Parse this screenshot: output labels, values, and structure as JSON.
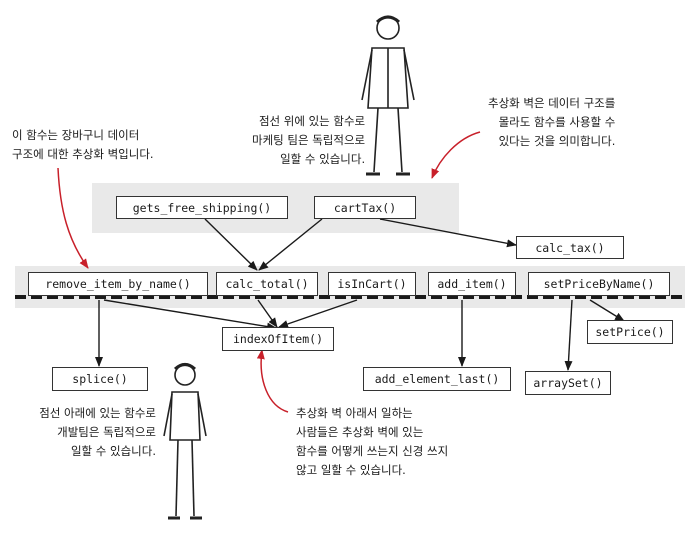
{
  "functions": {
    "gets_free_shipping": "gets_free_shipping()",
    "cartTax": "cartTax()",
    "calc_tax": "calc_tax()",
    "remove_item_by_name": "remove_item_by_name()",
    "calc_total": "calc_total()",
    "isInCart": "isInCart()",
    "add_item": "add_item()",
    "setPriceByName": "setPriceByName()",
    "indexOfItem": "indexOfItem()",
    "splice": "splice()",
    "add_element_last": "add_element_last()",
    "arraySet": "arraySet()",
    "setPrice": "setPrice()"
  },
  "annotations": {
    "top_center": [
      "점선 위에 있는 함수로",
      "마케팅 팀은 독립적으로",
      "일할 수 있습니다."
    ],
    "top_right": [
      "추상화 벽은 데이터 구조를",
      "몰라도 함수를 사용할 수",
      "있다는 것을 의미합니다."
    ],
    "top_left": [
      "이 함수는 장바구니 데이터",
      "구조에 대한 추상화 벽입니다."
    ],
    "bottom_left": [
      "점선 아래에 있는 함수로",
      "개발팀은 독립적으로",
      "일할 수 있습니다."
    ],
    "bottom_center": [
      "추상화 벽 아래서 일하는",
      "사람들은 추상화 벽에 있는",
      "함수를 어떻게 쓰는지 신경 쓰지",
      "않고 일할 수 있습니다."
    ]
  },
  "colors": {
    "band": "#e9e9e9",
    "callout_arrow": "#c8202a",
    "line": "#1a1a1a"
  }
}
